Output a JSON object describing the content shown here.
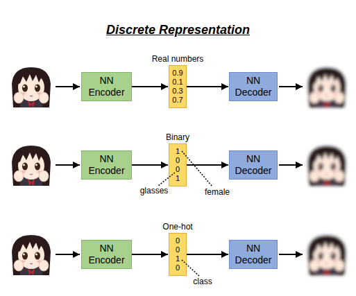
{
  "diagram": {
    "title": "Discrete Representation",
    "nodes": [
      {
        "text": [
          "NN Encoder"
        ]
      },
      {
        "text": [
          "Real numbers",
          "0.9",
          "0.1",
          "0.3",
          "0.7"
        ]
      },
      {
        "text": [
          "NN Decoder"
        ]
      },
      {
        "text": [
          "NN Encoder"
        ]
      },
      {
        "text": [
          "Binary",
          "1",
          "0",
          "0",
          "1"
        ]
      },
      {
        "text": [
          "NN Decoder"
        ]
      },
      {
        "text": [
          "NN Encoder"
        ]
      },
      {
        "text": [
          "One-hot",
          "0",
          "0",
          "1",
          "0"
        ]
      },
      {
        "text": [
          "NN Decoder"
        ]
      }
    ],
    "edges": [
      {
        "from": 0,
        "to": 1,
        "arrow": "to"
      },
      {
        "from": 1,
        "to": 2,
        "arrow": "to"
      },
      {
        "from": 3,
        "to": 4,
        "arrow": "to"
      },
      {
        "from": 4,
        "to": 5,
        "arrow": "to"
      },
      {
        "from": 6,
        "to": 7,
        "arrow": "to"
      },
      {
        "from": 7,
        "to": 8,
        "arrow": "to"
      }
    ],
    "labels": [
      "glasses",
      "female",
      "class"
    ]
  }
}
